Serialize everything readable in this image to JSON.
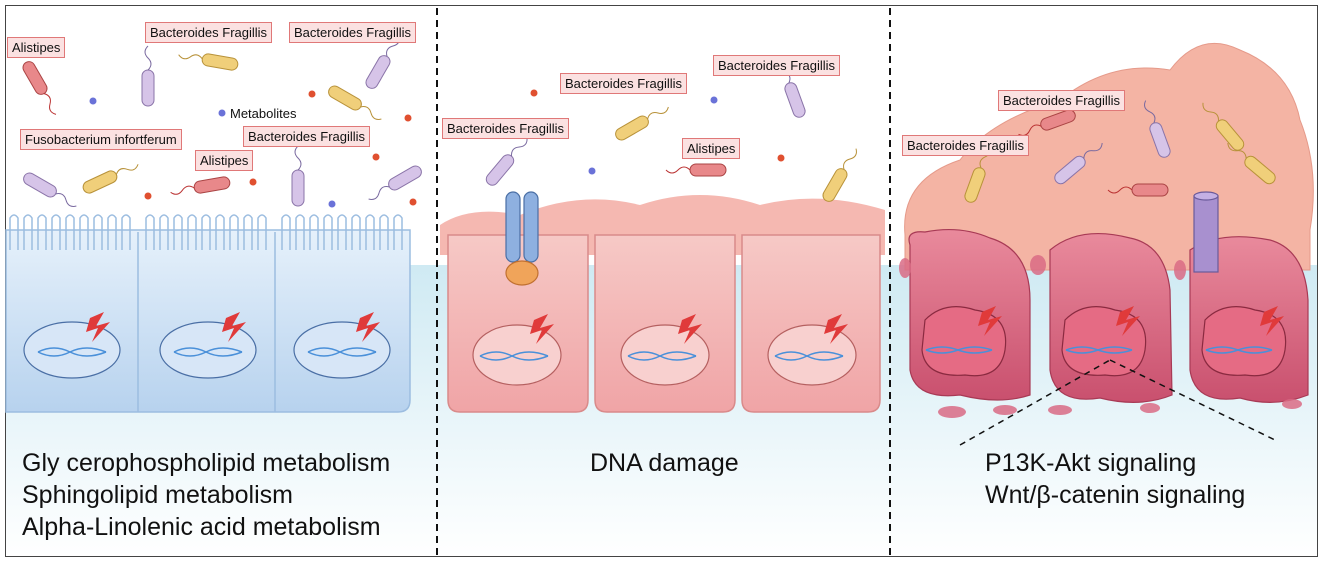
{
  "panel1": {
    "labels": {
      "alistipes_a": "Alistipes",
      "bf_a": "Bacteroides Fragillis",
      "bf_b": "Bacteroides Fragillis",
      "metabolites": "Metabolites",
      "fuso": "Fusobacterium infortferum",
      "alistipes_b": "Alistipes",
      "bf_c": "Bacteroides Fragillis"
    },
    "captions": [
      "Gly cerophospholipid metabolism",
      "Sphingolipid metabolism",
      "Alpha-Linolenic acid metabolism"
    ]
  },
  "panel2": {
    "labels": {
      "bf_a": "Bacteroides Fragillis",
      "bf_b": "Bacteroides Fragillis",
      "bf_c": "Bacteroides Fragillis",
      "alistipes": "Alistipes"
    },
    "caption": "DNA damage"
  },
  "panel3": {
    "labels": {
      "bf_a": "Bacteroides Fragillis",
      "bf_b": "Bacteroides Fragillis"
    },
    "captions": [
      "P13K-Akt signaling",
      "Wnt/β-catenin signaling"
    ]
  },
  "colors": {
    "healthy_cell": "#c7dcf2",
    "inflamed_cell": "#f2b3b3",
    "tumor_cell": "#d96b85",
    "lumen": "#d9eef6",
    "bacteria_pink": "#e8888a",
    "bacteria_yellow": "#f0cf7a",
    "bacteria_purple": "#c8b4e0",
    "tag_fill": "#fbe1e1",
    "tag_border": "#e07878"
  }
}
